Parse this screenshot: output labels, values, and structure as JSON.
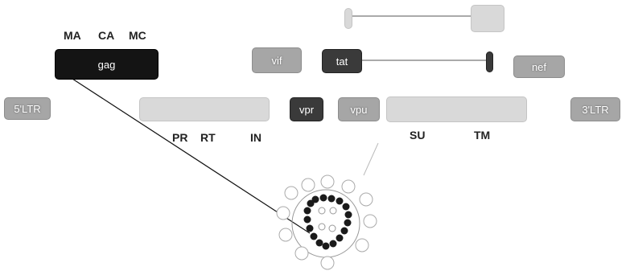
{
  "genes": {
    "ltr5": "5'LTR",
    "gag": "gag",
    "vif": "vif",
    "tat": "tat",
    "vpr": "vpr",
    "vpu": "vpu",
    "nef": "nef",
    "ltr3": "3'LTR"
  },
  "gag_labels": {
    "ma": "MA",
    "ca": "CA",
    "mc": "MC"
  },
  "pol_labels": {
    "pr": "PR",
    "rt": "RT",
    "in": "IN"
  },
  "env_labels": {
    "su": "SU",
    "tm": "TM"
  }
}
